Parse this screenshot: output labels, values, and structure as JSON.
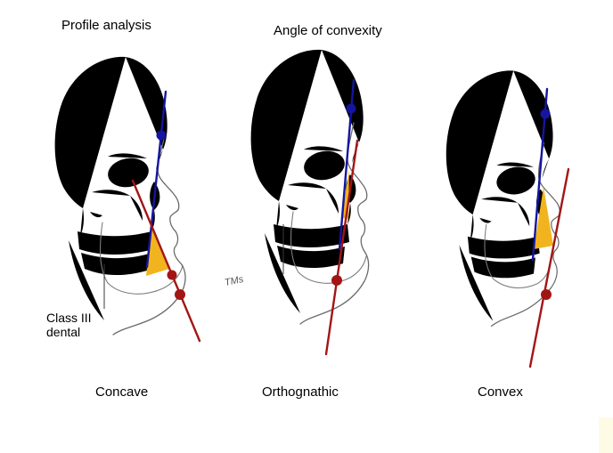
{
  "titles": {
    "profile_analysis": "Profile analysis",
    "angle_of_convexity": "Angle of convexity"
  },
  "captions": {
    "concave": "Concave",
    "orthognathic": "Orthognathic",
    "convex": "Convex"
  },
  "annotation": {
    "line1": "Class III",
    "line2": "dental"
  },
  "signature": "TMs",
  "colors": {
    "upper_line_blue": "#1515a0",
    "lower_line_red": "#a31515",
    "angle_wedge_yellow": "#f2b41e"
  }
}
